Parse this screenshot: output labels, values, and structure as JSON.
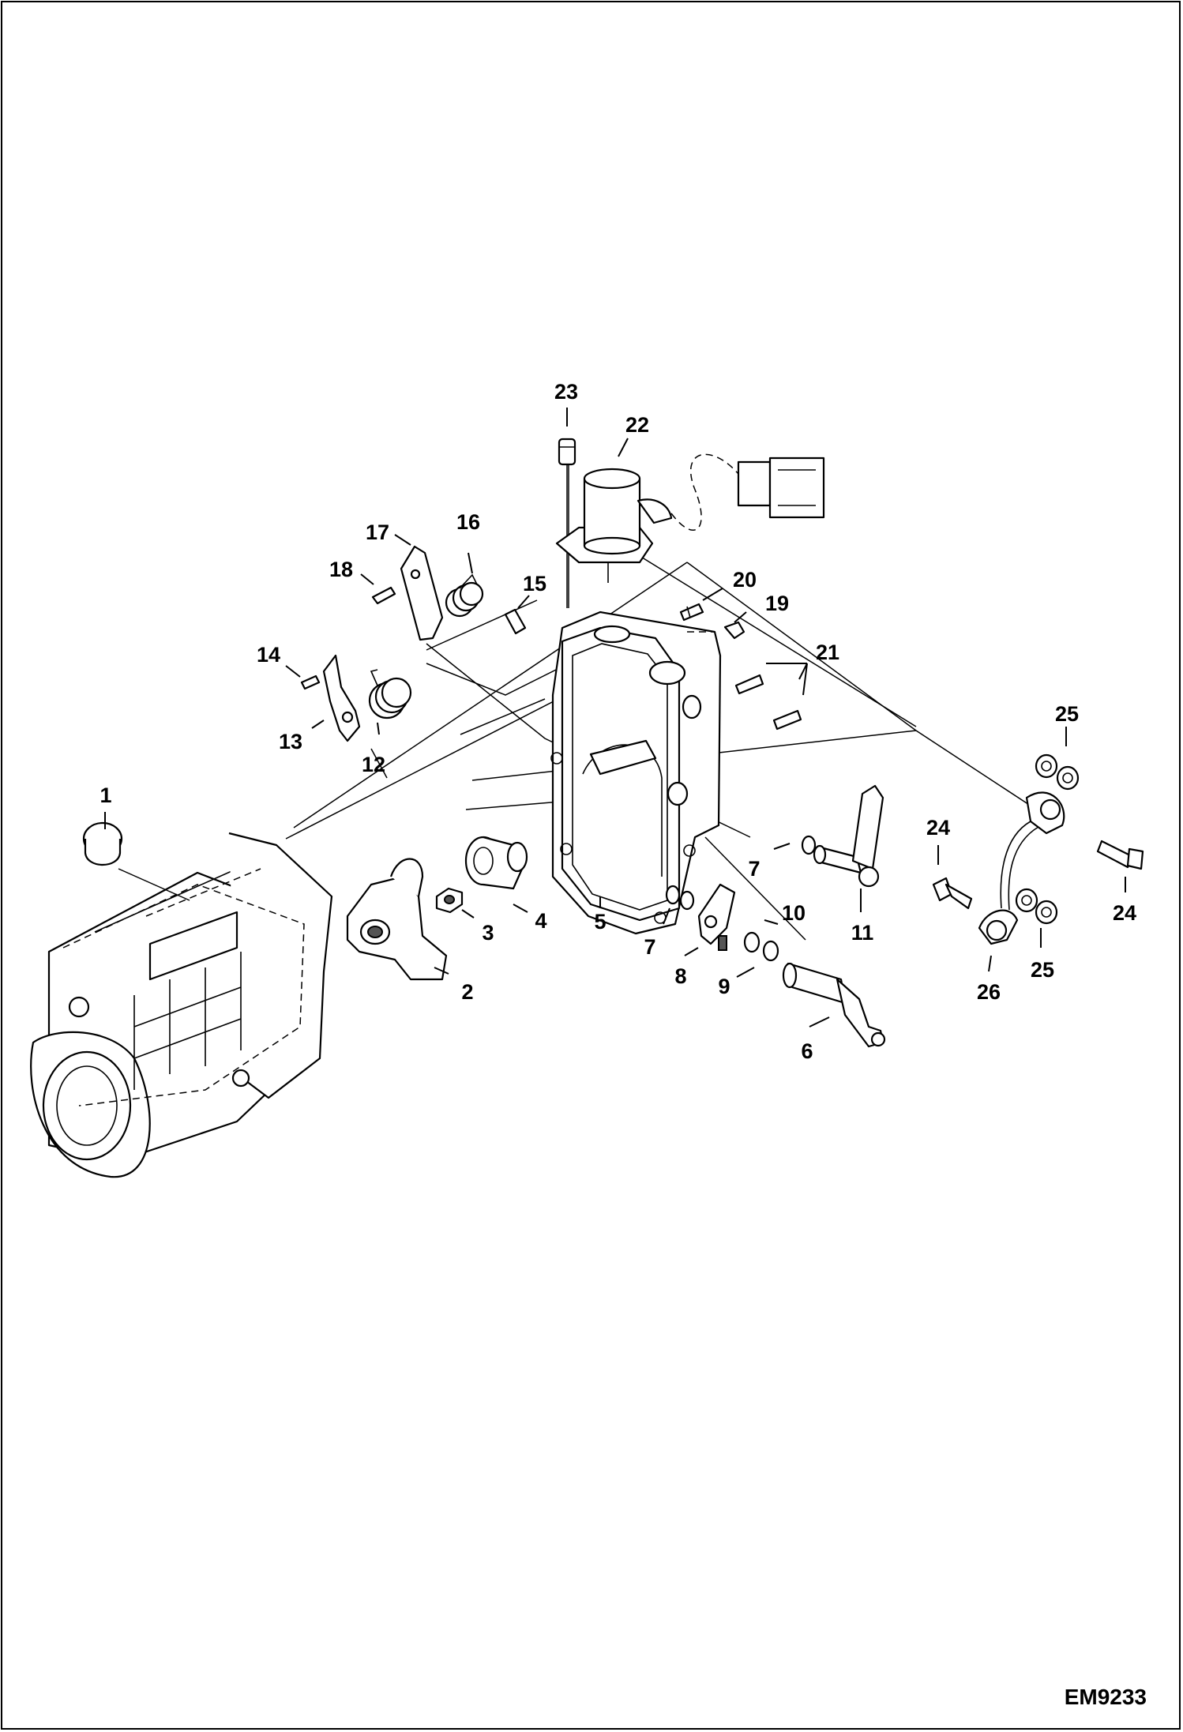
{
  "document": {
    "code": "EM9233"
  },
  "callouts": {
    "c1": "1",
    "c2": "2",
    "c3": "3",
    "c4": "4",
    "c5": "5",
    "c6": "6",
    "c7a": "7",
    "c7b": "7",
    "c8": "8",
    "c9": "9",
    "c10": "10",
    "c11": "11",
    "c12": "12",
    "c13": "13",
    "c14": "14",
    "c15": "15",
    "c16": "16",
    "c17": "17",
    "c18": "18",
    "c19": "19",
    "c20": "20",
    "c21": "21",
    "c22": "22",
    "c23": "23",
    "c24a": "24",
    "c24b": "24",
    "c25a": "25",
    "c25b": "25",
    "c26": "26"
  },
  "colors": {
    "line": "#000000",
    "background": "#ffffff",
    "shading": "#555555"
  }
}
